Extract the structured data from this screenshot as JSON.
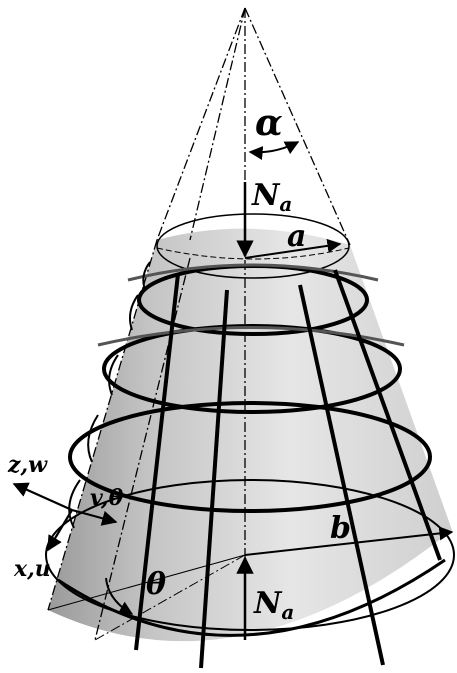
{
  "labels": {
    "alpha": "α",
    "a": "a",
    "b": "b",
    "theta": "θ",
    "N": "N",
    "N_sub": "a",
    "zw": "z,w",
    "vtheta": "v,θ",
    "xu": "x,u"
  },
  "colors": {
    "line": "#000000",
    "surface": "#d8d8d8",
    "surface_dark": "#b4b4b4",
    "background": "#ffffff"
  }
}
